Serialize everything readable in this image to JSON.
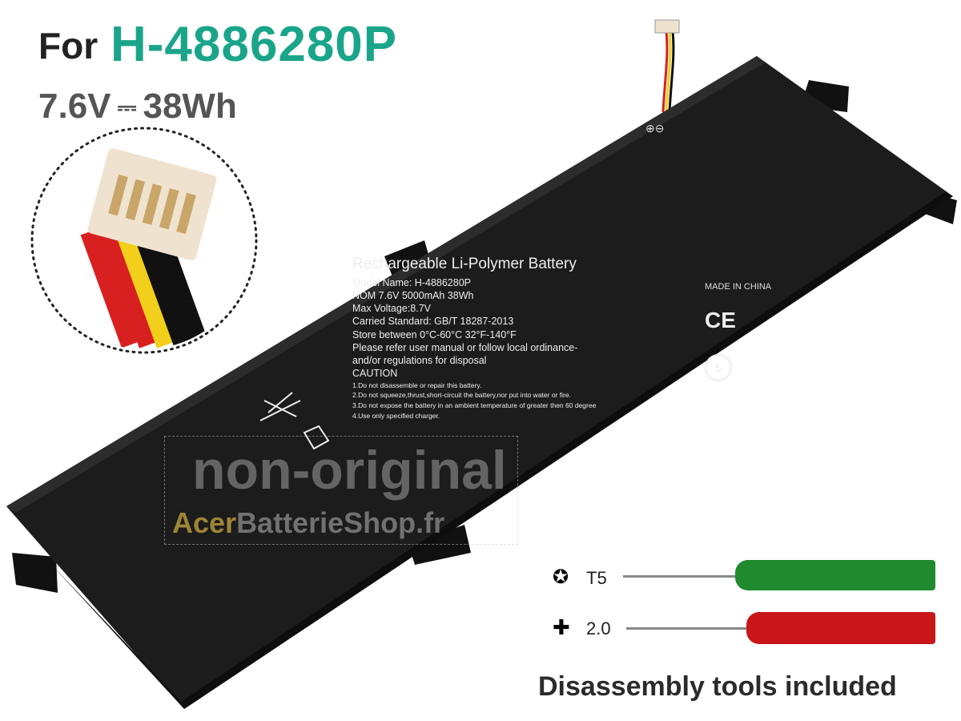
{
  "header": {
    "for_label": "For",
    "model": "H-4886280P",
    "voltage": "7.6V",
    "dc_symbol": "⎓",
    "energy": "38Wh"
  },
  "battery_label": {
    "title": "Rechargeable Li-Polymer Battery",
    "lines": [
      "Model Name: H-4886280P",
      "NOM 7.6V 5000mAh 38Wh",
      "Max Voltage:8.7V",
      "Carried Standard: GB/T 18287-2013",
      "Store between 0°C-60°C 32°F-140°F",
      "Please refer user manual or follow local ordinance-",
      "and/or regulations for disposal"
    ],
    "caution_title": "CAUTION",
    "caution_lines": [
      "1.Do not disassemble or repair this battery.",
      "2.Do not squeeze,thrust,short-circuit the battery,nor put into water or fire.",
      "3.Do not expose the battery in an ambient temperature of greater then 60 degree",
      "4.Use only specified charger."
    ],
    "made_in": "MADE IN CHINA",
    "ce_mark": "CE",
    "recycle_number": "5",
    "polarity": "⊕⊖"
  },
  "watermark": {
    "line1": "non-original",
    "brand": "Acer",
    "site": "BatterieShop.fr"
  },
  "tools": [
    {
      "label": "T5",
      "icon": "torx-icon",
      "color": "#1f8a2e"
    },
    {
      "label": "2.0",
      "icon": "phillips-icon",
      "color": "#c8161a"
    }
  ],
  "tools_caption": "Disassembly tools included"
}
